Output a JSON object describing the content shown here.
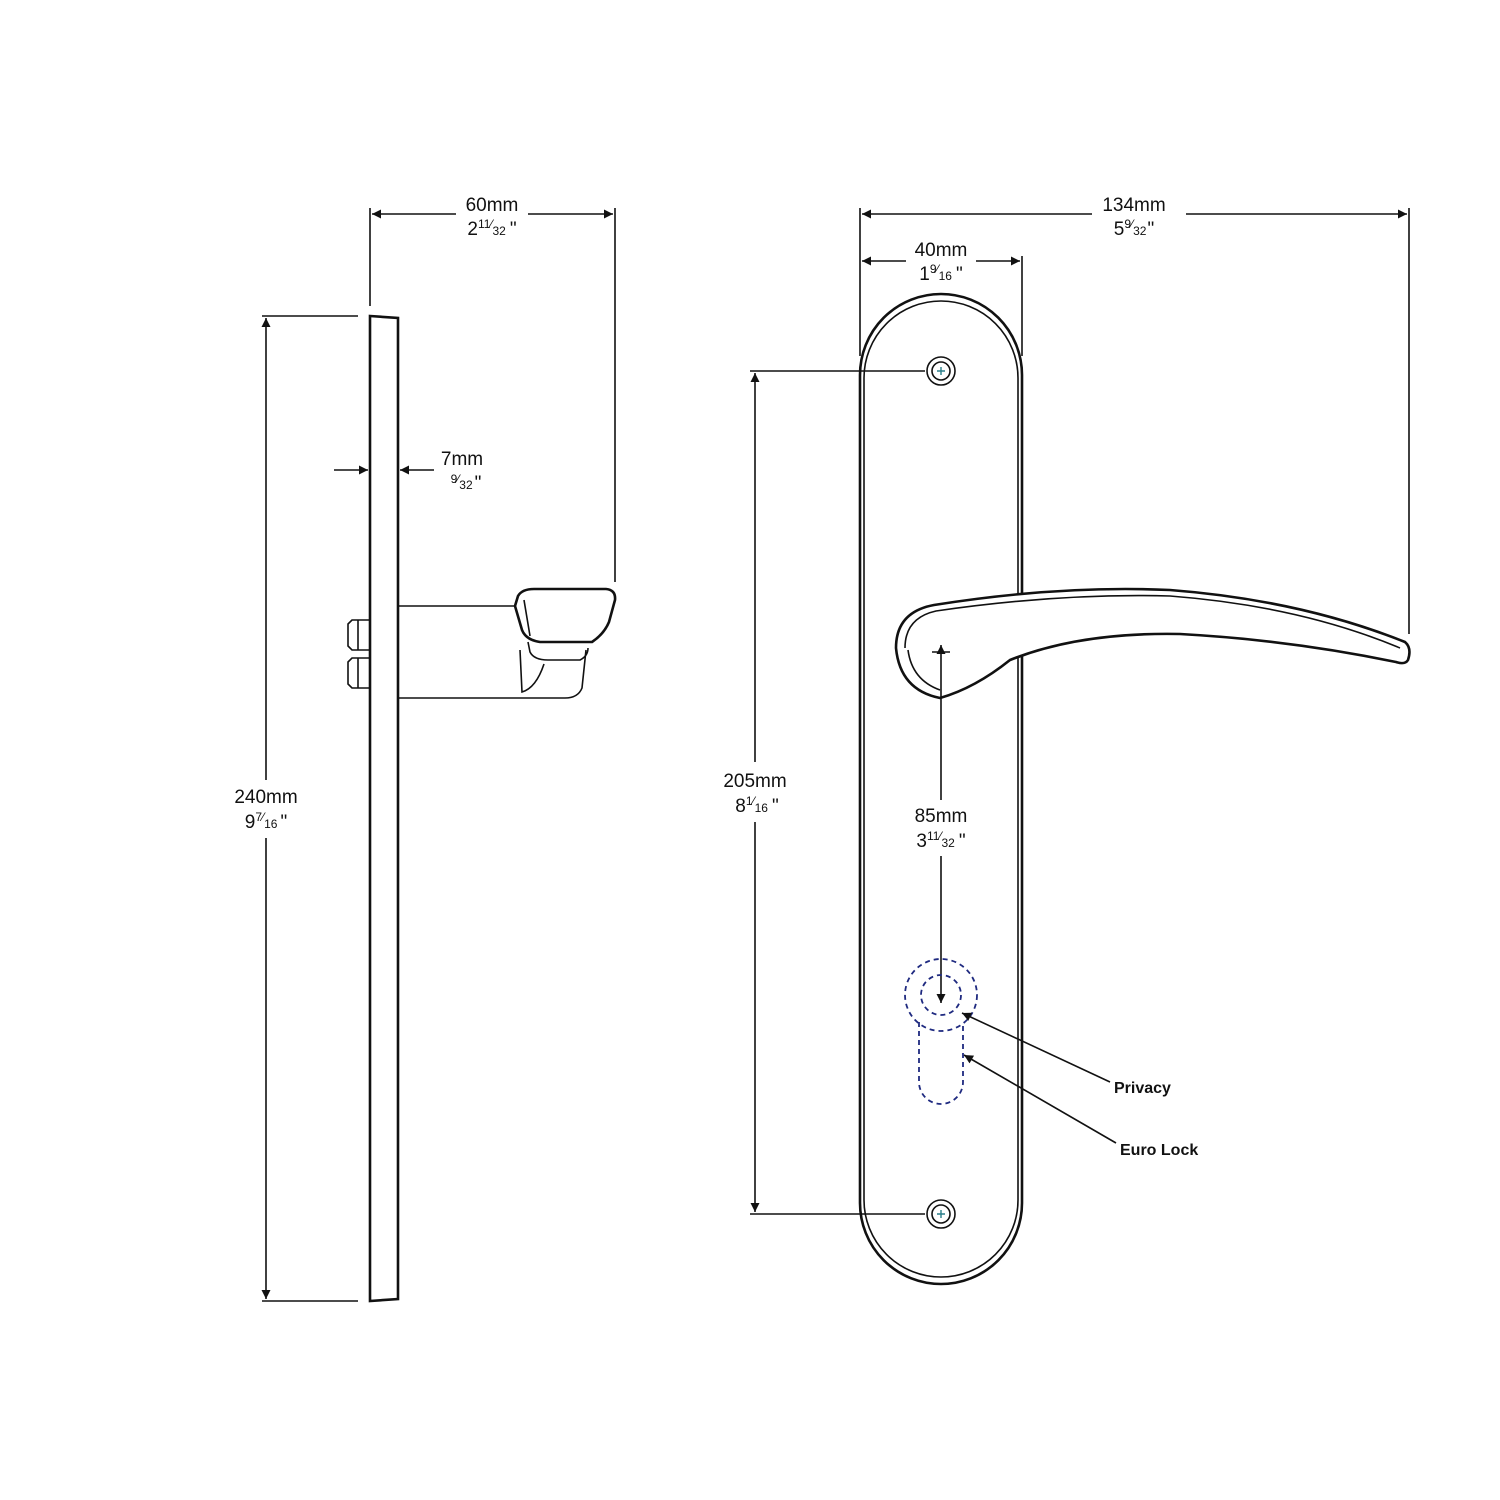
{
  "dimensions": {
    "projection": {
      "mm": "60mm",
      "whole": "2",
      "num": "11",
      "den": "32",
      "unit": "\""
    },
    "thickness": {
      "mm": "7mm",
      "whole": "",
      "num": "9",
      "den": "32",
      "unit": "\""
    },
    "height": {
      "mm": "240mm",
      "whole": "9",
      "num": "7",
      "den": "16",
      "unit": "\""
    },
    "total_width": {
      "mm": "134mm",
      "whole": "5",
      "num": "9",
      "den": "32",
      "unit": "\""
    },
    "plate_width": {
      "mm": "40mm",
      "whole": "1",
      "num": "9",
      "den": "16",
      "unit": "\""
    },
    "screw_centers": {
      "mm": "205mm",
      "whole": "8",
      "num": "1",
      "den": "16",
      "unit": "\""
    },
    "backset": {
      "mm": "85mm",
      "whole": "3",
      "num": "11",
      "den": "32",
      "unit": "\""
    }
  },
  "callouts": {
    "privacy": "Privacy",
    "euro_lock": "Euro Lock"
  },
  "colors": {
    "line": "#111111",
    "cylinder_outline": "#1f2a80",
    "screw_cross": "#2a7f8a"
  }
}
